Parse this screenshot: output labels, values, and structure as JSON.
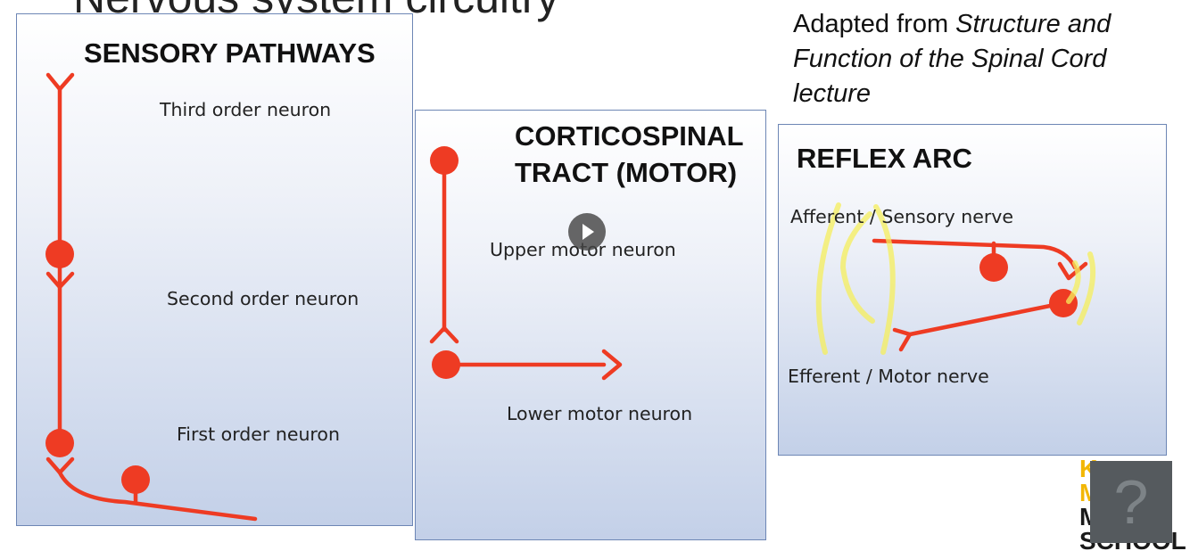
{
  "slide": {
    "title": "Nervous system circuitry",
    "credit_prefix": "Adapted from ",
    "credit_italic": "Structure and Function of the Spinal Cord lecture"
  },
  "panels": {
    "sensory": {
      "title": "SENSORY PATHWAYS",
      "labels": [
        "Third order neuron",
        "Second order neuron",
        "First order neuron"
      ]
    },
    "motor": {
      "title_line1": "CORTICOSPINAL",
      "title_line2": "TRACT (MOTOR)",
      "labels": [
        "Upper motor neuron",
        "Lower motor neuron"
      ]
    },
    "reflex": {
      "title": "REFLEX ARC",
      "labels": [
        "Afferent / Sensory nerve",
        "Efferent / Motor nerve"
      ]
    }
  },
  "colors": {
    "neuron": "#ee3b23",
    "highlight": "#f6ef5c",
    "panel_border": "#6d86b5"
  },
  "overlay": {
    "play_icon": "play-icon",
    "help_glyph": "?",
    "logo_lines": [
      "K",
      "M",
      "M",
      "SCHOOL"
    ]
  }
}
